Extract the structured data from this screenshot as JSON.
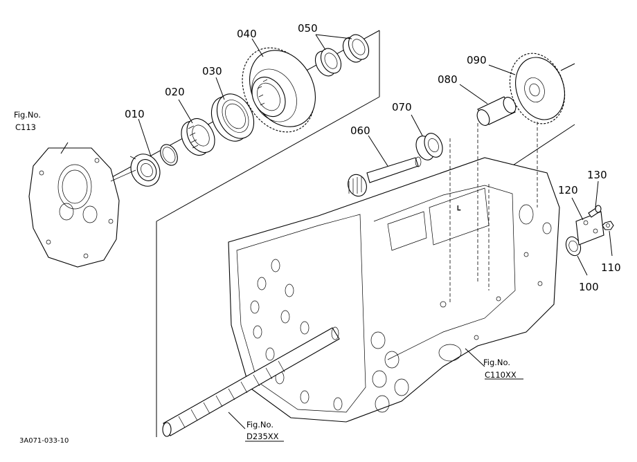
{
  "parts": [
    {
      "id": "010",
      "label": "010"
    },
    {
      "id": "020",
      "label": "020"
    },
    {
      "id": "030",
      "label": "030"
    },
    {
      "id": "040",
      "label": "040"
    },
    {
      "id": "050",
      "label": "050"
    },
    {
      "id": "060",
      "label": "060"
    },
    {
      "id": "070",
      "label": "070"
    },
    {
      "id": "080",
      "label": "080"
    },
    {
      "id": "090",
      "label": "090"
    },
    {
      "id": "100",
      "label": "100"
    },
    {
      "id": "110",
      "label": "110"
    },
    {
      "id": "120",
      "label": "120"
    },
    {
      "id": "130",
      "label": "130"
    }
  ],
  "references": [
    {
      "id": "c113",
      "line1": "Fig.No.",
      "line2": "C113"
    },
    {
      "id": "c110xx",
      "line1": "Fig.No.",
      "line2": "C110XX"
    },
    {
      "id": "d235xx",
      "line1": "Fig.No.",
      "line2": "D235XX"
    }
  ],
  "drawing_id": "3A071-033-10"
}
